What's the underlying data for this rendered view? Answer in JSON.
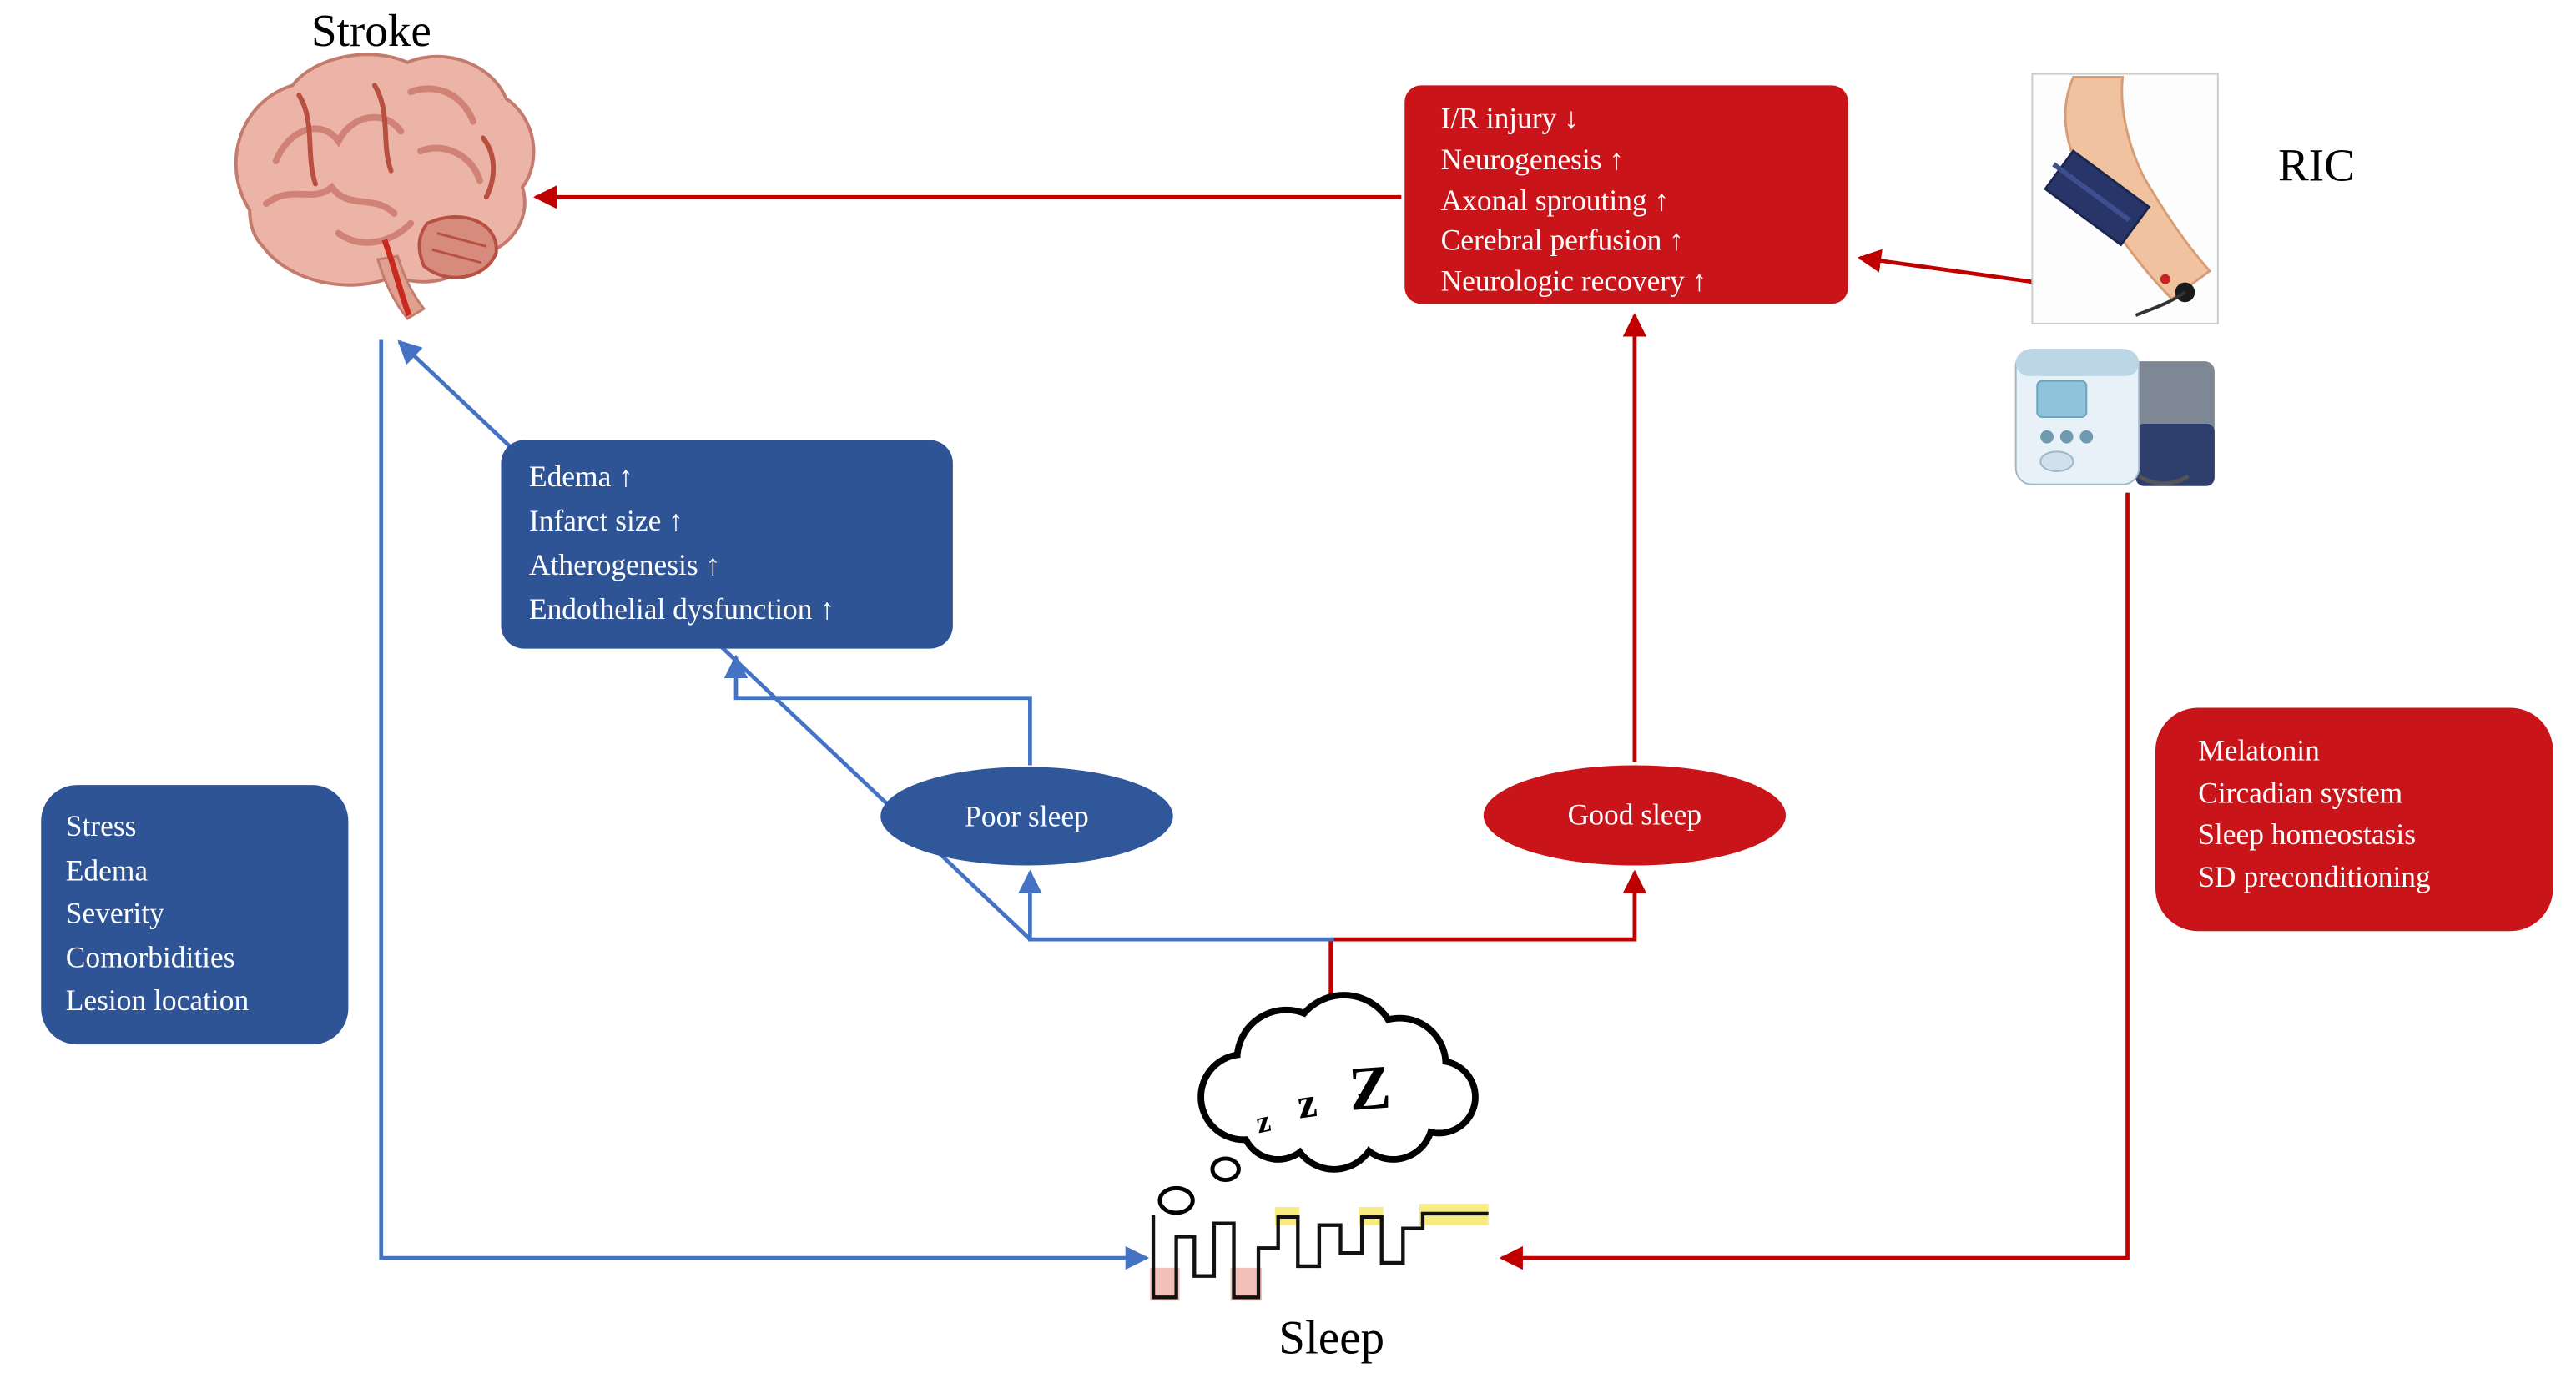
{
  "title_labels": {
    "stroke": "Stroke",
    "ric": "RIC",
    "sleep": "Sleep"
  },
  "ric_effects_box": {
    "lines": [
      "I/R injury ↓",
      "Neurogenesis ↑",
      "Axonal sprouting ↑",
      "Cerebral perfusion ↑",
      "Neurologic recovery ↑"
    ]
  },
  "poor_sleep_effects_box": {
    "lines": [
      "Edema ↑",
      "Infarct size ↑",
      "Atherogenesis ↑",
      "Endothelial dysfunction ↑"
    ]
  },
  "stroke_factors_box": {
    "lines": [
      "Stress",
      "Edema",
      "Severity",
      "Comorbidities",
      "Lesion location"
    ]
  },
  "sleep_mechanisms_box": {
    "lines": [
      "Melatonin",
      "Circadian system",
      "Sleep homeostasis",
      "SD preconditioning"
    ]
  },
  "nodes": {
    "poor_sleep": "Poor sleep",
    "good_sleep": "Good sleep"
  },
  "cloud": {
    "z1": "z",
    "z2": "z",
    "z3": "Z"
  },
  "colors": {
    "red_fill": "#c9151a",
    "red_line": "#c00000",
    "blue_fill": "#2e5496",
    "blue_line": "#4472c4"
  }
}
